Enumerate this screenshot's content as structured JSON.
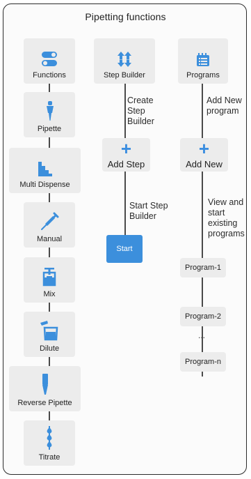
{
  "title": "Pipetting functions",
  "colors": {
    "accent": "#3c8fdc",
    "tile": "#ececec",
    "line": "#4a4a4a"
  },
  "left_column": [
    {
      "label": "Functions",
      "icon": "toggle-icon"
    },
    {
      "label": "Pipette",
      "icon": "pipette-icon"
    },
    {
      "label": "Multi Dispense",
      "icon": "stairs-icon"
    },
    {
      "label": "Manual",
      "icon": "syringe-icon"
    },
    {
      "label": "Mix",
      "icon": "beaker-mix-icon"
    },
    {
      "label": "Dilute",
      "icon": "dilute-icon"
    },
    {
      "label": "Reverse Pipette",
      "icon": "tip-icon"
    },
    {
      "label": "Titrate",
      "icon": "titrate-icon"
    }
  ],
  "step_builder": {
    "label": "Step Builder",
    "icon": "sort-arrows-icon",
    "note_create": "Create Step Builder",
    "add_plus": "+",
    "add_label": "Add Step",
    "note_start": "Start Step Builder",
    "start_label": "Start"
  },
  "programs": {
    "label": "Programs",
    "icon": "list-icon",
    "note_add": "Add New program",
    "add_plus": "+",
    "add_label": "Add New",
    "note_view": "View and start existing programs",
    "items": [
      "Program-1",
      "Program-2",
      "Program-n"
    ],
    "ellipsis": "..."
  }
}
